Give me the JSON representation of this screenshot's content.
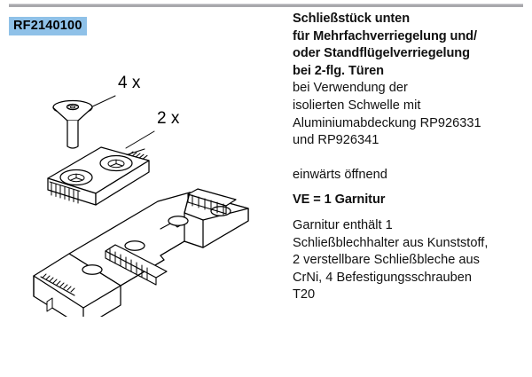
{
  "header": {
    "article_number": "RF2140100",
    "badge_color": "#8fc1e8",
    "rule_color": "#a8a8ac"
  },
  "drawing": {
    "title": "exploded-assembly-drawing",
    "callouts": [
      {
        "id": "screw-quantity",
        "label": "4 x",
        "refers_to": "Befestigungsschraube T20"
      },
      {
        "id": "strike-plate-quantity",
        "label": "2 x",
        "refers_to": "verstellbares Schließblech"
      }
    ],
    "parts": [
      {
        "id": "screw",
        "name": "countersunk-screw-t20"
      },
      {
        "id": "strike-plate",
        "name": "adjustable-strike-plate"
      },
      {
        "id": "holder",
        "name": "strike-plate-holder-plastic"
      }
    ],
    "line_color": "#000000",
    "fill_color": "#ffffff"
  },
  "description": {
    "heading_lines": [
      "Schließstück unten",
      "für Mehrfachverriegelung und/",
      "oder Standflügelverriegelung",
      "bei 2-flg. Türen"
    ],
    "body_lines": [
      "bei Verwendung der",
      "isolierten Schwelle mit",
      "Aluminiumabdeckung RP926331",
      "und RP926341"
    ],
    "opening_direction": "einwärts öffnend",
    "packaging_unit": "VE = 1 Garnitur",
    "contents_lines": [
      "Garnitur enthält 1",
      "Schließblechhalter aus Kunststoff,",
      "2 verstellbare Schließbleche aus",
      "CrNi, 4 Befestigungsschrauben",
      "T20"
    ]
  }
}
